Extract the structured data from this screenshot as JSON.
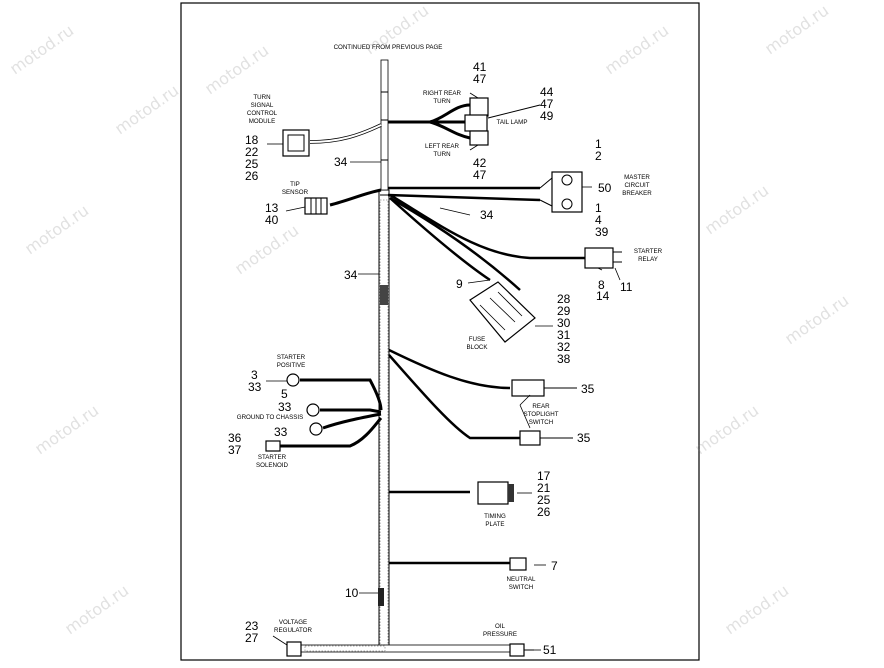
{
  "watermark": "motod.ru",
  "labels": {
    "continued": "CONTINUED FROM PREVIOUS PAGE",
    "turn_module": [
      "TURN",
      "SIGNAL",
      "CONTROL",
      "MODULE"
    ],
    "right_rear_turn": [
      "RIGHT REAR",
      "TURN"
    ],
    "tail_lamp": "TAIL LAMP",
    "left_rear_turn": [
      "LEFT REAR",
      "TURN"
    ],
    "master_breaker": [
      "MASTER",
      "CIRCUIT",
      "BREAKER"
    ],
    "tip_sensor": [
      "TIP",
      "SENSOR"
    ],
    "starter_relay": [
      "STARTER",
      "RELAY"
    ],
    "fuse_block": [
      "FUSE",
      "BLOCK"
    ],
    "starter_positive": [
      "STARTER",
      "POSITIVE"
    ],
    "ground_chassis": "GROUND TO CHASSIS",
    "starter_solenoid": [
      "STARTER",
      "SOLENOID"
    ],
    "rear_stoplight": [
      "REAR",
      "STOPLIGHT",
      "SWITCH"
    ],
    "timing_plate": [
      "TIMING",
      "PLATE"
    ],
    "neutral_switch": [
      "NEUTRAL",
      "SWITCH"
    ],
    "voltage_regulator": [
      "VOLTAGE",
      "REGULATOR"
    ],
    "oil_pressure": [
      "OIL",
      "PRESSURE"
    ]
  },
  "callouts": {
    "c41": "41",
    "c47a": "47",
    "c44": "44",
    "c47b": "47",
    "c49": "49",
    "c18": "18",
    "c22a": "22",
    "c25a": "25",
    "c26a": "26",
    "c34a": "34",
    "c42": "42",
    "c47c": "47",
    "c1a": "1",
    "c2": "2",
    "c50": "50",
    "c13": "13",
    "c40": "40",
    "c34b": "34",
    "c1b": "1",
    "c4": "4",
    "c39": "39",
    "c34c": "34",
    "c8": "8",
    "c14": "14",
    "c11": "11",
    "c9": "9",
    "c28": "28",
    "c29": "29",
    "c30": "30",
    "c31": "31",
    "c32": "32",
    "c38": "38",
    "c3": "3",
    "c33a": "33",
    "c5": "5",
    "c33b": "33",
    "c33c": "33",
    "c36": "36",
    "c37": "37",
    "c35a": "35",
    "c35b": "35",
    "c17": "17",
    "c21": "21",
    "c25b": "25",
    "c26b": "26",
    "c7": "7",
    "c10": "10",
    "c23": "23",
    "c27": "27",
    "c51": "51"
  }
}
